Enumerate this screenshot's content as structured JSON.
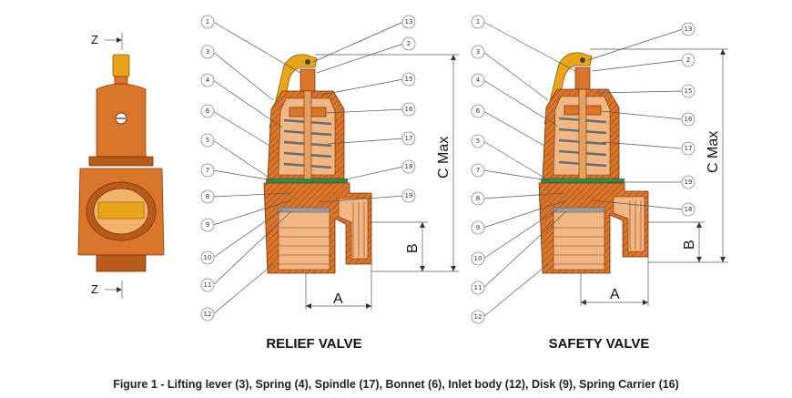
{
  "side_view": {
    "z_top_label": "Z",
    "z_bottom_label": "Z"
  },
  "relief_valve": {
    "title": "RELIEF VALVE",
    "callouts_left": [
      "1",
      "3",
      "4",
      "6",
      "5",
      "7",
      "8",
      "9",
      "10",
      "11",
      "12"
    ],
    "callouts_right": [
      "13",
      "2",
      "15",
      "16",
      "17",
      "18",
      "19"
    ],
    "dim_a": "A",
    "dim_b": "B",
    "dim_c": "C Max"
  },
  "safety_valve": {
    "title": "SAFETY VALVE",
    "callouts_left": [
      "1",
      "3",
      "4",
      "6",
      "5",
      "7",
      "8",
      "9",
      "10",
      "11",
      "12"
    ],
    "callouts_right": [
      "13",
      "2",
      "15",
      "16",
      "17",
      "19",
      "18"
    ],
    "dim_a": "A",
    "dim_b": "B",
    "dim_c": "C Max"
  },
  "caption": "Figure 1 - Lifting lever (3), Spring (4), Spindle (17), Bonnet (6), Inlet body (12), Disk (9), Spring Carrier (16)",
  "colors": {
    "body": "#d9762c",
    "lever": "#e8a51c",
    "gasket": "#2f8a45",
    "spring": "#6b6b6b"
  }
}
